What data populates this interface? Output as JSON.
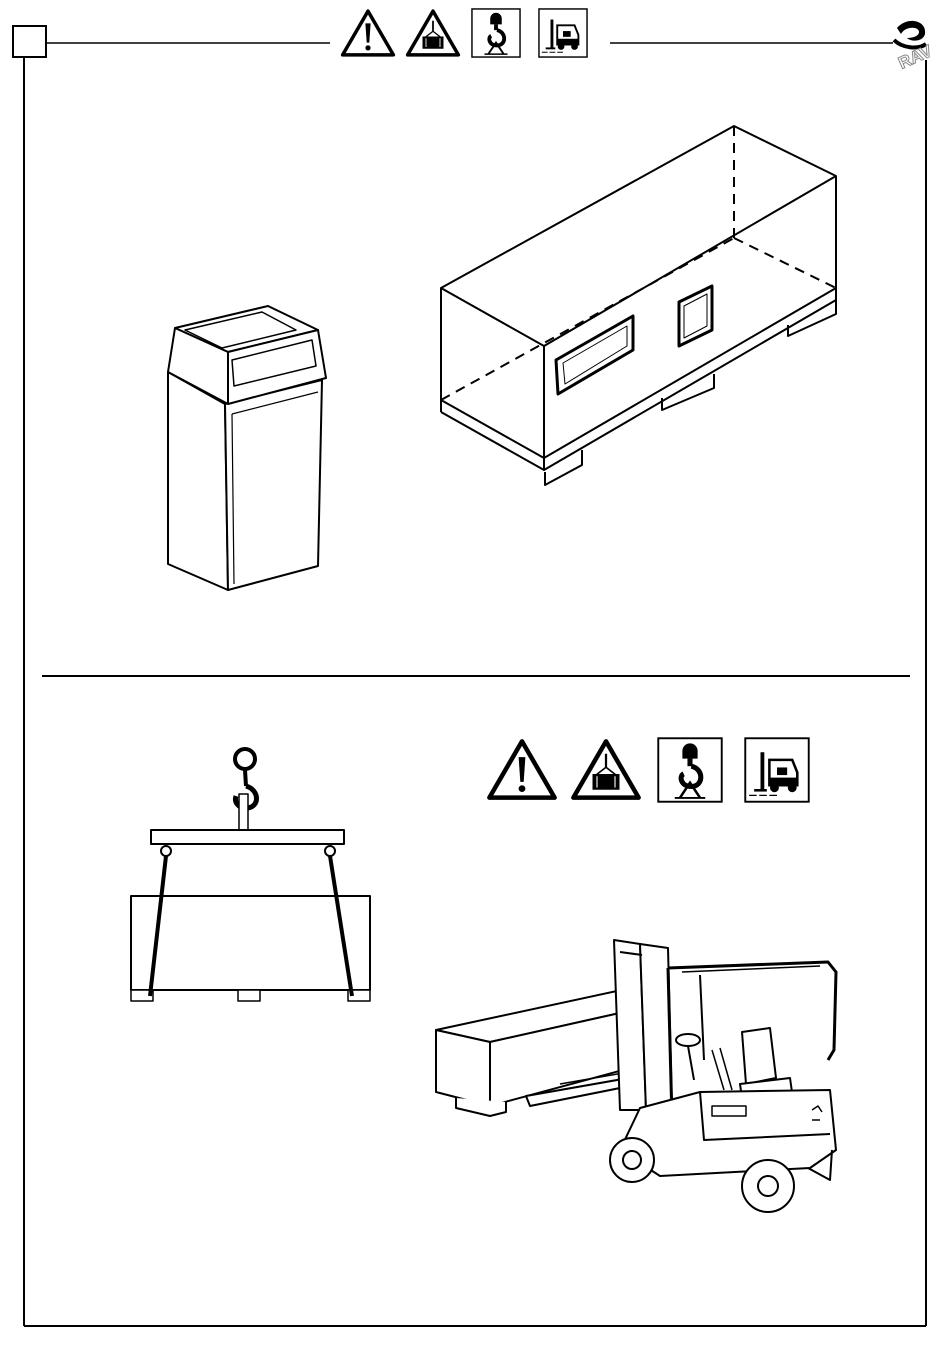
{
  "page": {
    "logo_text": "RAV"
  },
  "header": {
    "icons": [
      "warning-triangle-icon",
      "suspended-load-warning-icon",
      "crane-hook-lifting-icon",
      "forklift-transport-icon"
    ]
  },
  "section_top": {
    "items": [
      "packaged-column-illustration",
      "crated-unit-illustration"
    ]
  },
  "section_bottom": {
    "icons": [
      "warning-triangle-icon",
      "suspended-load-warning-icon",
      "crane-hook-lifting-icon",
      "forklift-transport-icon"
    ],
    "items": [
      "crane-lifting-crate-illustration",
      "forklift-carrying-crate-illustration"
    ]
  }
}
